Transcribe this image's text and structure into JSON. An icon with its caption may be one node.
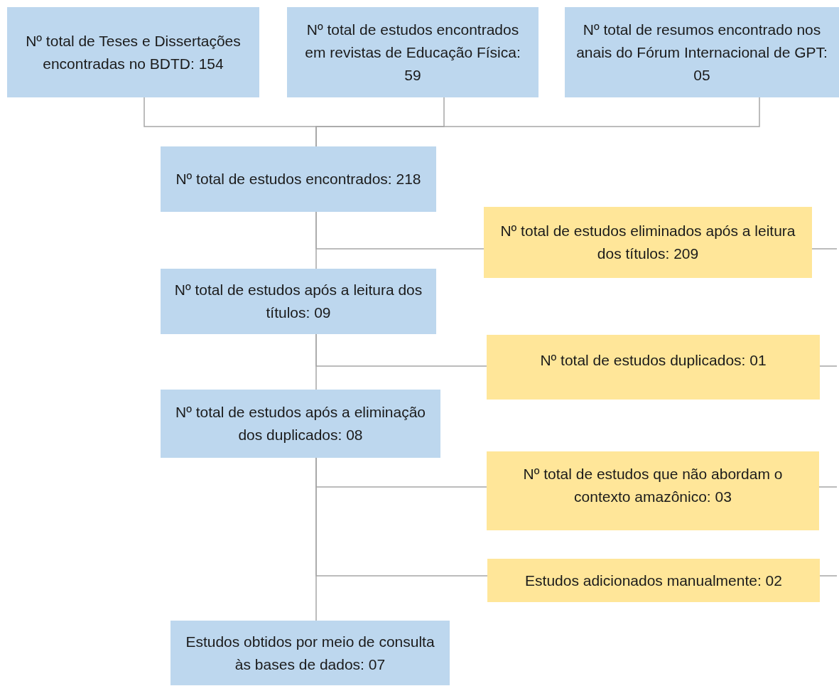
{
  "diagram": {
    "nodes": [
      {
        "text": [
          "Nº total de Teses e Dissertações encontradas no BDTD: 154"
        ]
      },
      {
        "text": [
          "Nº total de estudos encontrados em revistas de Educação Física: 59"
        ]
      },
      {
        "text": [
          "Nº total de resumos encontrado nos anais do Fórum Internacional de GPT: 05"
        ]
      },
      {
        "text": [
          "Nº total de estudos encontrados: 218"
        ]
      },
      {
        "text": [
          "Nº total de estudos eliminados após a leitura dos títulos: 209"
        ]
      },
      {
        "text": [
          "Nº total de estudos após a leitura dos títulos: 09"
        ]
      },
      {
        "text": [
          "Nº total de estudos duplicados: 01"
        ]
      },
      {
        "text": [
          "Nº total de estudos após a eliminação dos duplicados: 08"
        ]
      },
      {
        "text": [
          "Nº total de estudos que não abordam o contexto amazônico: 03"
        ]
      },
      {
        "text": [
          "Estudos adicionados manualmente: 02"
        ]
      },
      {
        "text": [
          "Estudos obtidos por meio de consulta às bases de dados: 07"
        ]
      }
    ],
    "edges": [
      {
        "from": 0,
        "to": 3,
        "arrow": "none"
      },
      {
        "from": 1,
        "to": 3,
        "arrow": "none"
      },
      {
        "from": 2,
        "to": 3,
        "arrow": "none"
      },
      {
        "from": 3,
        "to": 5,
        "arrow": "none"
      },
      {
        "from": 3,
        "to": 4,
        "arrow": "none"
      },
      {
        "from": 4,
        "to": null,
        "arrow": "none"
      },
      {
        "from": 5,
        "to": 7,
        "arrow": "none"
      },
      {
        "from": 5,
        "to": 6,
        "arrow": "none"
      },
      {
        "from": 6,
        "to": null,
        "arrow": "none"
      },
      {
        "from": 7,
        "to": 10,
        "arrow": "none"
      },
      {
        "from": 7,
        "to": 8,
        "arrow": "none"
      },
      {
        "from": 8,
        "to": null,
        "arrow": "none"
      },
      {
        "from": 7,
        "to": 9,
        "arrow": "none"
      },
      {
        "from": 9,
        "to": null,
        "arrow": "none"
      }
    ]
  }
}
